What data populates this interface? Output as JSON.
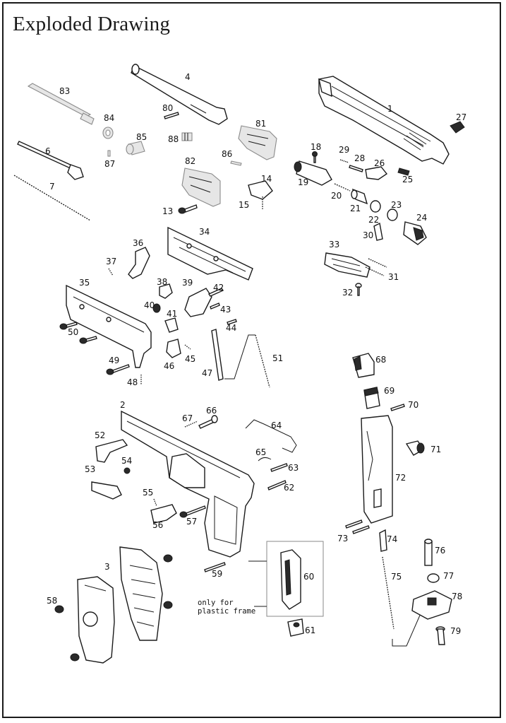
{
  "title": "Exploded Drawing",
  "note": {
    "line1": "only for",
    "line2": "plastic frame"
  },
  "labels": {
    "p1": "1",
    "p2": "2",
    "p3": "3",
    "p4": "4",
    "p6": "6",
    "p7": "7",
    "p13": "13",
    "p14": "14",
    "p15": "15",
    "p18": "18",
    "p19": "19",
    "p20": "20",
    "p21": "21",
    "p22": "22",
    "p23": "23",
    "p24": "24",
    "p25": "25",
    "p26": "26",
    "p27": "27",
    "p28": "28",
    "p29": "29",
    "p30": "30",
    "p31": "31",
    "p32": "32",
    "p33": "33",
    "p34": "34",
    "p35": "35",
    "p36": "36",
    "p37": "37",
    "p38": "38",
    "p39": "39",
    "p40": "40",
    "p41": "41",
    "p42": "42",
    "p43": "43",
    "p44": "44",
    "p45": "45",
    "p46": "46",
    "p47": "47",
    "p48": "48",
    "p49": "49",
    "p50": "50",
    "p51": "51",
    "p52": "52",
    "p53": "53",
    "p54": "54",
    "p55": "55",
    "p56": "56",
    "p57": "57",
    "p58": "58",
    "p59": "59",
    "p60": "60",
    "p61": "61",
    "p62": "62",
    "p63": "63",
    "p64": "64",
    "p65": "65",
    "p66": "66",
    "p67": "67",
    "p68": "68",
    "p69": "69",
    "p70": "70",
    "p71": "71",
    "p72": "72",
    "p73": "73",
    "p74": "74",
    "p75": "75",
    "p76": "76",
    "p77": "77",
    "p78": "78",
    "p79": "79",
    "p80": "80",
    "p81": "81",
    "p82": "82",
    "p83": "83",
    "p84": "84",
    "p85": "85",
    "p86": "86",
    "p87": "87",
    "p88": "88"
  }
}
